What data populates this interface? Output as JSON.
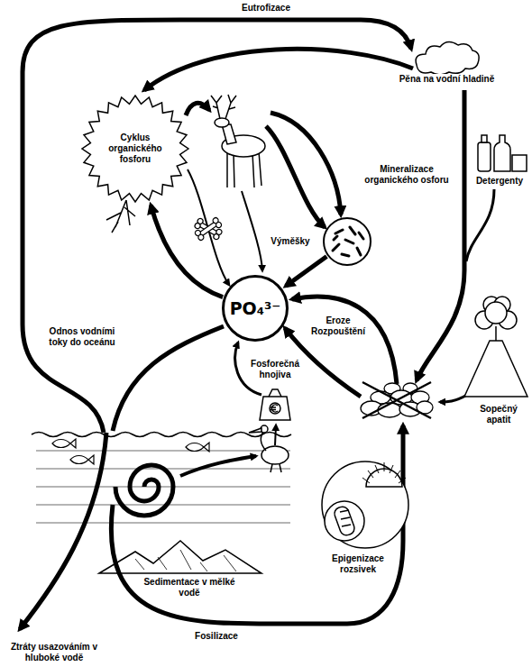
{
  "diagram": {
    "nodes": [
      {
        "text": [
          "Cyklus organického fosforu"
        ]
      },
      {
        "text": [
          "Mineralizace organického osforu"
        ]
      },
      {
        "text": [
          "PO₄³⁻"
        ]
      }
    ],
    "edges": [
      {
        "from": 2,
        "to": 0,
        "arrow": "to"
      },
      {
        "from": 1,
        "to": 2,
        "arrow": "to"
      }
    ],
    "labels": [
      "Eutrofizace",
      "Pěna na vodní hladině",
      "Výměšky",
      "Detergenty",
      "Eroze Rozpouštění",
      "Sopečný apatit",
      "Odnos vodními toky do oceánu",
      "Fosforečná hnojiva",
      "Sedimentace v mělké vodě",
      "Epigenizace rozsivek",
      "Fosilizace",
      "Ztráty usazováním v hluboké vodě"
    ]
  }
}
